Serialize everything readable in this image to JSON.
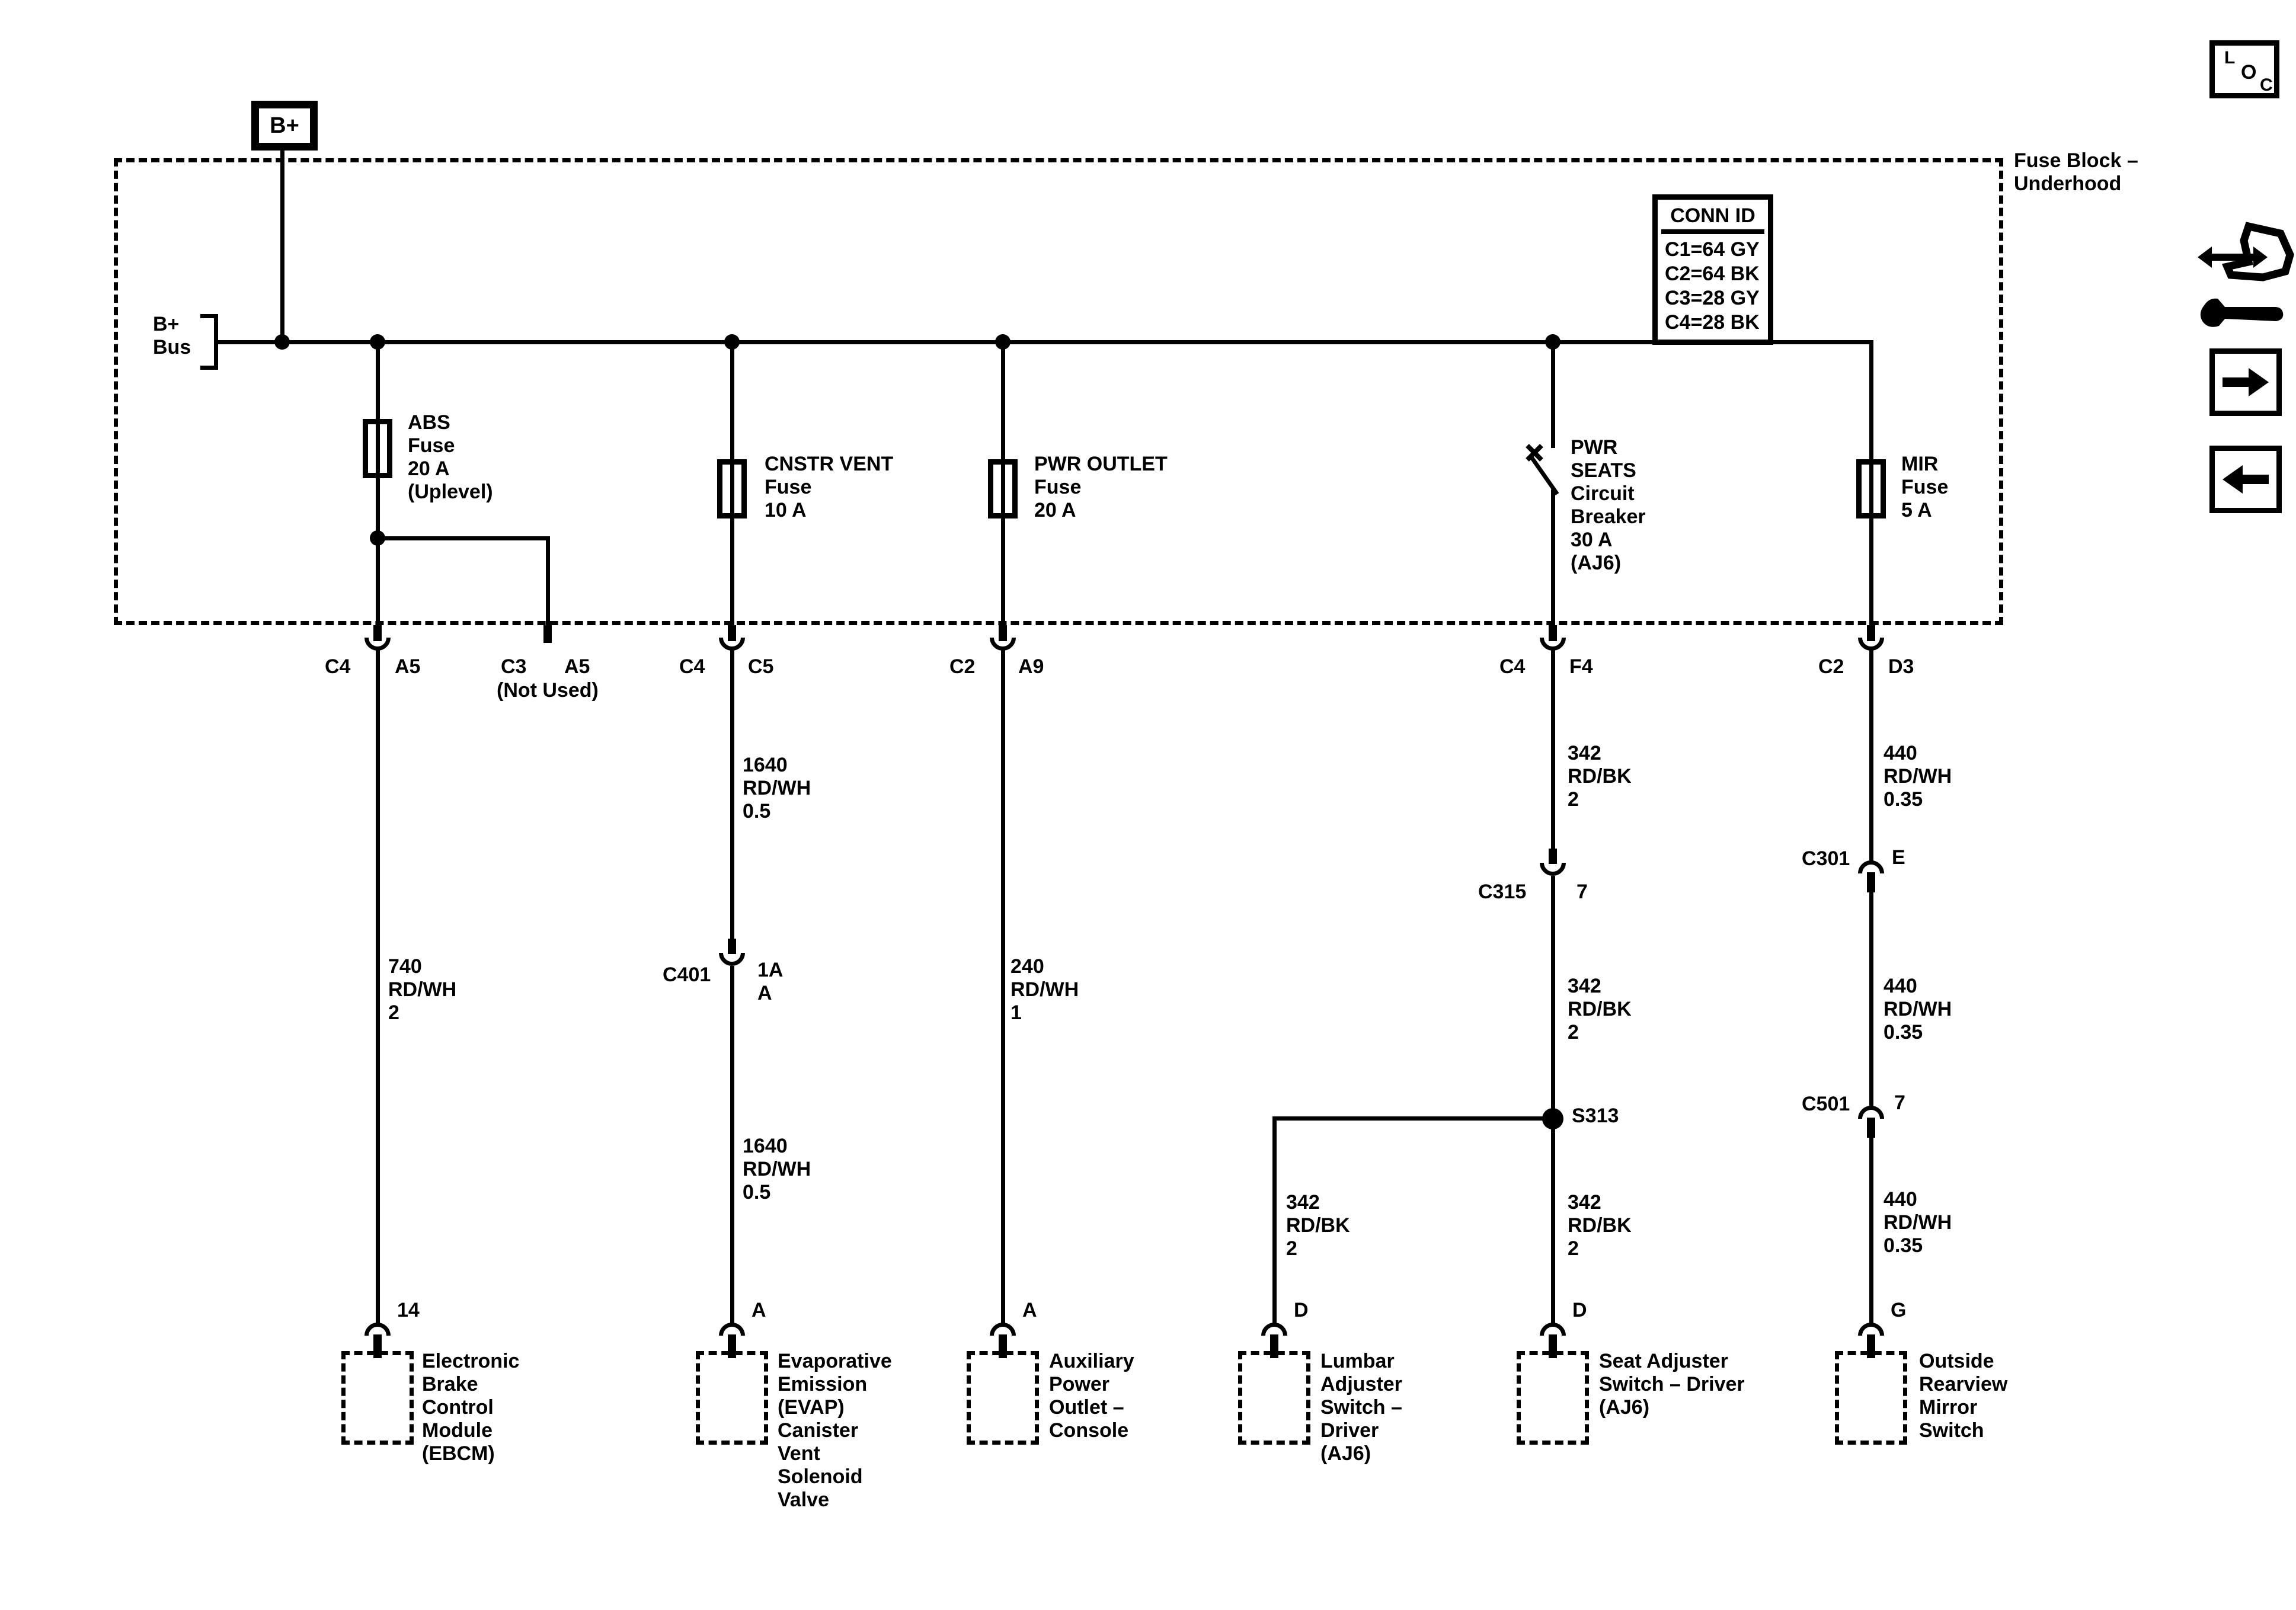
{
  "toolbar": {
    "loc_letters": [
      "L",
      "O",
      "C"
    ]
  },
  "diagram": {
    "power_source": "B+",
    "bus_label": "B+\nBus",
    "block_title": "Fuse Block –\nUnderhood",
    "conn_id": {
      "title": "CONN ID",
      "rows": "C1=64 GY\nC2=64 BK\nC3=28 GY\nC4=28 BK"
    },
    "protection": {
      "abs": "ABS\nFuse\n20 A\n(Uplevel)",
      "cnstr_vent": "CNSTR VENT\nFuse\n10 A",
      "pwr_outlet": "PWR OUTLET\nFuse\n20 A",
      "pwr_seats": "PWR\nSEATS\nCircuit\nBreaker\n30 A\n(AJ6)",
      "mir": "MIR\nFuse\n5 A"
    },
    "block_connectors": {
      "abs": {
        "conn": "C4",
        "pin": "A5"
      },
      "abs_unused": {
        "conn": "C3",
        "pin": "A5",
        "note": "(Not Used)"
      },
      "cnstr_vent": {
        "conn": "C4",
        "pin": "C5"
      },
      "pwr_outlet": {
        "conn": "C2",
        "pin": "A9"
      },
      "pwr_seats": {
        "conn": "C4",
        "pin": "F4"
      },
      "mir": {
        "conn": "C2",
        "pin": "D3"
      }
    },
    "wires": {
      "abs": "740\nRD/WH\n2",
      "cnstr_1": "1640\nRD/WH\n0.5",
      "cnstr_2": "1640\nRD/WH\n0.5",
      "outlet": "240\nRD/WH\n1",
      "seats_1": "342\nRD/BK\n2",
      "seats_2": "342\nRD/BK\n2",
      "seats_3": "342\nRD/BK\n2",
      "seats_4": "342\nRD/BK\n2",
      "mir_1": "440\nRD/WH\n0.35",
      "mir_2": "440\nRD/WH\n0.35",
      "mir_3": "440\nRD/WH\n0.35"
    },
    "inline_connectors": {
      "c401": {
        "name": "C401",
        "pin": "1A\nA"
      },
      "c315": {
        "name": "C315",
        "pin": "7"
      },
      "c301": {
        "name": "C301",
        "pin": "E"
      },
      "c501": {
        "name": "C501",
        "pin": "7"
      }
    },
    "splice": "S313",
    "components": {
      "ebcm": {
        "pin": "14",
        "name": "Electronic\nBrake\nControl\nModule\n(EBCM)"
      },
      "evap": {
        "pin": "A",
        "name": "Evaporative\nEmission\n(EVAP)\nCanister\nVent\nSolenoid\nValve"
      },
      "aux_outlet": {
        "pin": "A",
        "name": "Auxiliary\nPower\nOutlet –\nConsole"
      },
      "lumbar": {
        "pin": "D",
        "name": "Lumbar\nAdjuster\nSwitch –\nDriver\n(AJ6)"
      },
      "seat_adj": {
        "pin": "D",
        "name": "Seat Adjuster\nSwitch – Driver\n(AJ6)"
      },
      "mirror": {
        "pin": "G",
        "name": "Outside\nRearview\nMirror\nSwitch"
      }
    }
  }
}
